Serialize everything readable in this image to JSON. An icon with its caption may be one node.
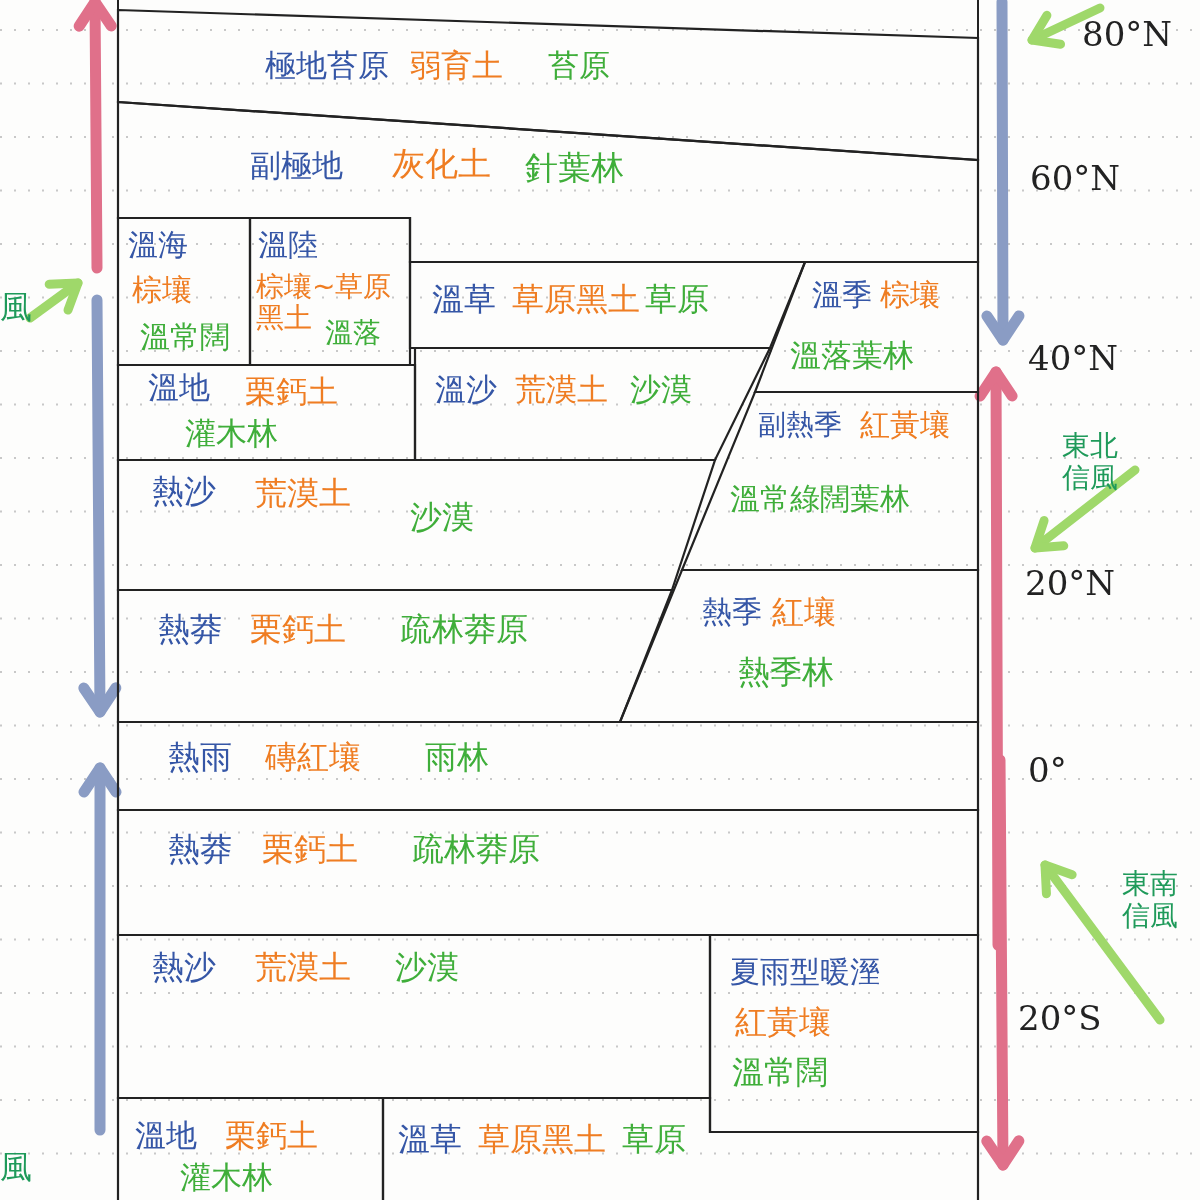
{
  "diagram": {
    "nodes": [
      {
        "text": [
          "極地苔原",
          "弱育土",
          "苔原"
        ]
      },
      {
        "text": [
          "副極地",
          "灰化土",
          "針葉林"
        ]
      },
      {
        "text": [
          "溫海",
          "棕壤",
          "溫常闊"
        ]
      },
      {
        "text": [
          "溫陸",
          "棕壤~草原黑土",
          "溫落"
        ]
      },
      {
        "text": [
          "溫草",
          "草原黑土",
          "草原"
        ]
      },
      {
        "text": [
          "溫季",
          "棕壤",
          "溫落葉林"
        ]
      },
      {
        "text": [
          "溫地",
          "栗鈣土",
          "灌木林"
        ]
      },
      {
        "text": [
          "溫沙",
          "荒漠土",
          "沙漠"
        ]
      },
      {
        "text": [
          "副熱季",
          "紅黃壤",
          "溫常綠闊葉林"
        ]
      },
      {
        "text": [
          "熱沙",
          "荒漠土",
          "沙漠"
        ]
      },
      {
        "text": [
          "熱莽",
          "栗鈣土",
          "疏林莽原"
        ]
      },
      {
        "text": [
          "熱季",
          "紅壤",
          "熱季林"
        ]
      },
      {
        "text": [
          "熱雨",
          "磚紅壤",
          "雨林"
        ]
      },
      {
        "text": [
          "熱莽",
          "栗鈣土",
          "疏林莽原"
        ]
      },
      {
        "text": [
          "熱沙",
          "荒漠土",
          "沙漠"
        ]
      },
      {
        "text": [
          "夏雨型暖溼",
          "紅黃壤",
          "溫常闊"
        ]
      },
      {
        "text": [
          "溫地",
          "栗鈣土",
          "灌木林"
        ]
      },
      {
        "text": [
          "溫草",
          "草原黑土",
          "草原"
        ]
      }
    ],
    "labels": [
      "80°N",
      "風",
      "60°N",
      "40°N",
      "東北信風",
      "20°N",
      "0°",
      "東南信風",
      "20°S",
      "風"
    ]
  }
}
